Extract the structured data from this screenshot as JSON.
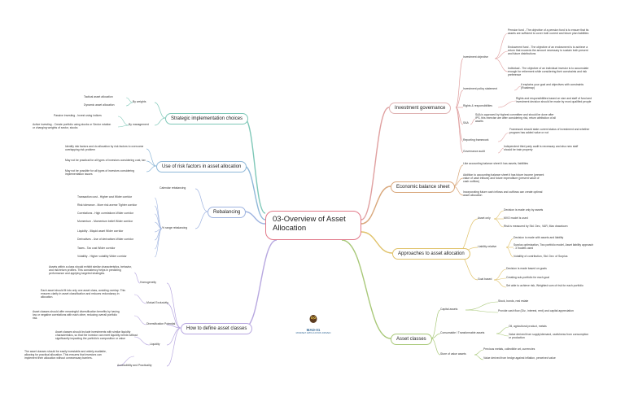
{
  "title": "03-Overview of Asset Allocation",
  "logo": {
    "title": "MAD-01",
    "subtitle": "MINDSET APPLICATION DRIVEN"
  },
  "nodes": {
    "inv_gov": "Investment governance",
    "inv_obj": "Investment objective",
    "inv_obj_1": "Pension fund - The objective of a pension fund is to ensure that its assets are sufficient to cover both current and future plan liabilities",
    "inv_obj_2": "Endowment fund - The objective of an endowment is to achieve a return that exceeds the amount necessary to sustain both present and future distributions",
    "inv_obj_3": "Individual - The objective of an individual investor is to accumulate enough for retirement while considering their constraints and risk preference",
    "ips": "Investment policy statement",
    "ips_1": "It explains your goal and objectives with constraints (Roadmap)",
    "rights": "Rights & responsibilities",
    "rights_1": "Rights and responsibilities based on size and staff of fund and investment decision should be made by most qualified people",
    "saa": "SAA",
    "saa_1": "SAA is approved by highest committee and should be done after IPS, this exercise are after considering risk, return attribution of all assets",
    "reporting": "Reporting framework",
    "reporting_1": "Framework should state current status of investment and whether program has added value or not",
    "audit": "Governance audit",
    "audit_1": "Independent third party audit is necessary and also new staff should be train properly",
    "econ": "Economic balance sheet",
    "econ_1": "Like accounting balance sheet it has assets, liabilities",
    "econ_2": "Addition to accounting balance sheet it has future income (present value of cash inflows) and future expenditure (present value of cash outflow)",
    "econ_3": "Incorporating future cash inflows and outflows can create optimal asset allocation",
    "approaches": "Approaches to asset allocation",
    "asset_only": "Asset only",
    "asset_only_1": "Decision is made only by assets",
    "asset_only_2": "MVO model is used",
    "asset_only_3": "Risk is measured by Std. Dev., VAR, Max drawdown",
    "liab_rel": "Liability relative",
    "liab_rel_1": "Decision is made with assets and liability",
    "liab_rel_2": "Surplus optimization, Two portfolio model, Asset liability approach - 3 models used",
    "liab_rel_3": "Volatility of contribution, Std. Dev. of Surplus",
    "goal": "Goal based",
    "goal_1": "Decision is made based on goals",
    "goal_2": "Creating sub-portfolio for each goal",
    "goal_3": "Set able to achieve risk, Weighted sum of risk for each portfolio",
    "asset_classes": "Asset classes",
    "capital": "Capital assets",
    "capital_1": "Stock, bonds, real estate",
    "capital_2": "Provide cash flow (Div., interest, rent) and capital appreciation",
    "consumable": "Consumable / Transformable assets",
    "consumable_1": "Oil, agricultural product, metals",
    "consumable_2": "Value derived from supply/demand, usefulness from consumption or production",
    "sov": "Store of value assets",
    "sov_1": "Precious metals, collectible art, currencies",
    "sov_2": "Value derived from hedge against inflation, perceived value",
    "strategic": "Strategic implementation choices",
    "by_weights": "By weights",
    "by_weights_1": "Tactical asset allocation",
    "by_weights_2": "Dynamic asset allocation",
    "by_mgmt": "By management",
    "by_mgmt_1": "Passive investing - Invest using indices",
    "by_mgmt_2": "Active investing - Create portfolio using stocks or Sector rotation or changing weights of sector, stocks",
    "risk_factors": "Use of risk factors in asset allocation",
    "risk_factors_1": "Identify risk factors and do allocation by risk factors to overcome overlapping risk problem",
    "risk_factors_2": "May not be practical for all types of investors considering cost, tax",
    "risk_factors_3": "May not be possible for all types of investors considering implementation issues",
    "rebalancing": "Rebalancing",
    "calendar": "Calendar rebalancing",
    "pct_range": "% range rebalancing",
    "reb_1": "Transaction cost - Higher cost Wider corridor",
    "reb_2": "Risk tolerance - More risk averse Tighter corridor",
    "reb_3": "Correlations - High correlations Wider corridor",
    "reb_4": "Momentum - Momentum belief Wider corridor",
    "reb_5": "Liquidity - Illiquid asset Wider corridor",
    "reb_6": "Derivatives - Use of derivatives Wider corridor",
    "reb_7": "Taxes - Tax cost Wider corridor",
    "reb_8": "Volatility - Higher volatility Wider corridor",
    "define": "How to define asset classes",
    "homog": "Homogeneity",
    "homog_1": "Assets within a class should exhibit similar characteristics, behavior, and risk/return profiles. This consistency helps in predicting performance and applying targeted strategies.",
    "mutual": "Mutual Exclusivity",
    "mutual_1": "Each asset should fit into only one asset class, avoiding overlap. This ensures clarity in asset classification and reduces redundancy in allocation.",
    "divers": "Diversification Potential",
    "divers_1": "Asset classes should offer meaningful diversification benefits by having low or negative correlations with each other, reducing overall portfolio risk.",
    "liquidity": "Liquidity",
    "liquidity_1": "Asset classes should include investments with similar liquidity characteristics, so that the investor can meet liquidity needs without significantly impacting the portfolio's composition or value",
    "access": "Accessibility and Practicality",
    "access_1": "The asset classes should be easily investable and widely available, allowing for practical allocation. This ensures that investors can implement their allocation without unnecessary barriers."
  }
}
